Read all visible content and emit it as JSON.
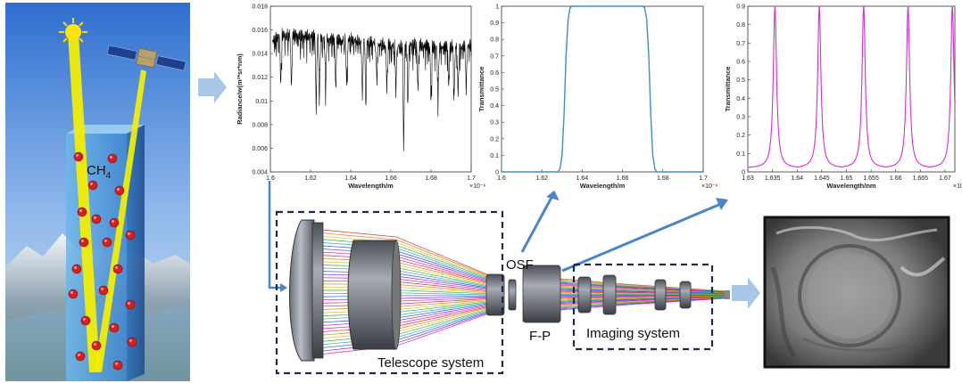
{
  "labels": {
    "ch4": "CH",
    "ch4_sub": "4",
    "osf": "OSF",
    "fp": "F-P",
    "telescope": "Telescope system",
    "imaging": "Imaging system"
  },
  "colors": {
    "sky": "#5b8fd6",
    "beam": "#f5f000",
    "molecule": "#d42020",
    "arrow": "#a8c6e6",
    "dash_box": "#1f2a44",
    "spectrum": "#000000",
    "filter": "#3a8fc9",
    "fp": "#d32ed3"
  },
  "chart_data": [
    {
      "type": "line",
      "title": "",
      "xlabel": "Wavelength/m",
      "ylabel": "Radiance/w(m²*sr*nm)",
      "x_multiplier": "×10⁻⁶",
      "xlim": [
        1.6,
        1.7
      ],
      "ylim": [
        0.004,
        0.018
      ],
      "xticks": [
        "1.6",
        "1.62",
        "1.64",
        "1.66",
        "1.68",
        "1.7"
      ],
      "yticks": [
        "0.004",
        "0.006",
        "0.008",
        "0.01",
        "0.012",
        "0.014",
        "0.016",
        "0.018"
      ],
      "series": [
        {
          "x": [
            1.601,
            1.605,
            1.61,
            1.615,
            1.62,
            1.625,
            1.63,
            1.635,
            1.64,
            1.645,
            1.65,
            1.655,
            1.66,
            1.665,
            1.67,
            1.675,
            1.68,
            1.685,
            1.69,
            1.695,
            1.7
          ],
          "values": [
            0.015,
            0.0156,
            0.0156,
            0.0155,
            0.0155,
            0.0153,
            0.0152,
            0.0151,
            0.0152,
            0.015,
            0.015,
            0.0148,
            0.0147,
            0.0146,
            0.0148,
            0.0147,
            0.0146,
            0.0145,
            0.0146,
            0.0145,
            0.0147
          ]
        }
      ],
      "absorption_lines": [
        {
          "x": 1.6052,
          "depth": 0.0043
        },
        {
          "x": 1.6105,
          "depth": 0.0045
        },
        {
          "x": 1.6228,
          "depth": 0.006
        },
        {
          "x": 1.6244,
          "depth": 0.005
        },
        {
          "x": 1.6275,
          "depth": 0.004
        },
        {
          "x": 1.6325,
          "depth": 0.0042
        },
        {
          "x": 1.638,
          "depth": 0.004
        },
        {
          "x": 1.6458,
          "depth": 0.0048
        },
        {
          "x": 1.6475,
          "depth": 0.005
        },
        {
          "x": 1.653,
          "depth": 0.0035
        },
        {
          "x": 1.658,
          "depth": 0.004
        },
        {
          "x": 1.6625,
          "depth": 0.004
        },
        {
          "x": 1.6664,
          "depth": 0.0085
        },
        {
          "x": 1.6685,
          "depth": 0.0055
        },
        {
          "x": 1.6735,
          "depth": 0.004
        },
        {
          "x": 1.68,
          "depth": 0.005
        },
        {
          "x": 1.6835,
          "depth": 0.0042
        },
        {
          "x": 1.6888,
          "depth": 0.0035
        },
        {
          "x": 1.6915,
          "depth": 0.0045
        },
        {
          "x": 1.6935,
          "depth": 0.004
        },
        {
          "x": 1.6975,
          "depth": 0.0038
        }
      ]
    },
    {
      "type": "line",
      "title": "",
      "xlabel": "Wavelength/m",
      "ylabel": "Transmittance",
      "x_multiplier": "×10⁻⁶",
      "xlim": [
        1.6,
        1.7
      ],
      "ylim": [
        0,
        1
      ],
      "xticks": [
        "1.6",
        "1.62",
        "1.64",
        "1.66",
        "1.68",
        "1.7"
      ],
      "yticks": [
        "0",
        "0.1",
        "0.2",
        "0.3",
        "0.4",
        "0.5",
        "0.6",
        "0.7",
        "0.8",
        "0.9",
        "1"
      ],
      "series": [
        {
          "x": [
            1.6,
            1.628,
            1.629,
            1.63,
            1.631,
            1.632,
            1.633,
            1.634,
            1.635,
            1.67,
            1.671,
            1.672,
            1.673,
            1.674,
            1.675,
            1.676,
            1.677,
            1.7
          ],
          "values": [
            0.0,
            0.0,
            0.02,
            0.1,
            0.35,
            0.7,
            0.92,
            0.99,
            1.0,
            1.0,
            0.99,
            0.92,
            0.7,
            0.35,
            0.1,
            0.02,
            0.0,
            0.0
          ]
        }
      ]
    },
    {
      "type": "line",
      "title": "",
      "xlabel": "Wavelength/nm",
      "ylabel": "Transmittance",
      "x_multiplier": "×10⁻⁶",
      "xlim": [
        1.63,
        1.672
      ],
      "ylim": [
        0,
        0.9
      ],
      "xticks": [
        "1.63",
        "1.635",
        "1.64",
        "1.645",
        "1.65",
        "1.655",
        "1.66",
        "1.665",
        "1.67"
      ],
      "yticks": [
        "0",
        "0.1",
        "0.2",
        "0.3",
        "0.4",
        "0.5",
        "0.6",
        "0.7",
        "0.8",
        "0.9"
      ],
      "peaks": [
        1.6355,
        1.6445,
        1.6535,
        1.6625,
        1.6715
      ],
      "peak_value": 0.9,
      "baseline": 0.02,
      "peak_width": 0.0004
    }
  ]
}
